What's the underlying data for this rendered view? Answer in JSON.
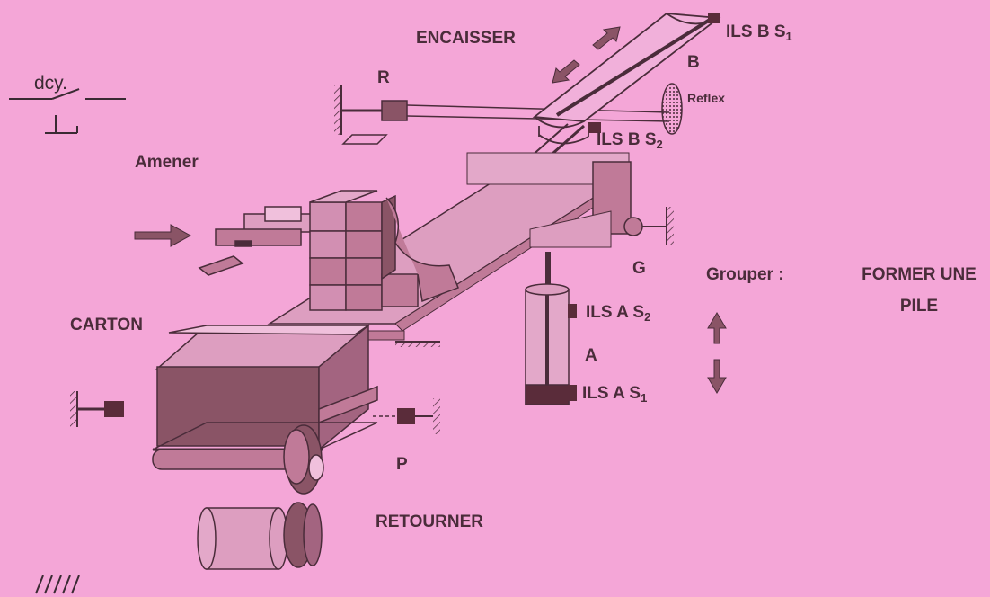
{
  "colors": {
    "background": "#f4a6d7",
    "ink": "#4a2c3a",
    "dark_fill": "#8a5466",
    "mid_fill": "#c07a98",
    "light_fill": "#dd9ec0"
  },
  "labels": {
    "encaisser": "ENCAISSER",
    "ils_b_s1": {
      "main": "ILS B S",
      "sub": "1"
    },
    "b": "B",
    "reflex": "Reflex",
    "ils_b_s2": {
      "main": "ILS B S",
      "sub": "2"
    },
    "dcy": "dcy.",
    "r": "R",
    "amener": "Amener",
    "g": "G",
    "grouper": "Grouper :",
    "former_line1": "FORMER UNE",
    "former_line2": "PILE",
    "carton": "CARTON",
    "ils_a_s2": {
      "main": "ILS A S",
      "sub": "2"
    },
    "a": "A",
    "ils_a_s1": {
      "main": "ILS A S",
      "sub": "1"
    },
    "p": "P",
    "retourner": "RETOURNER"
  }
}
